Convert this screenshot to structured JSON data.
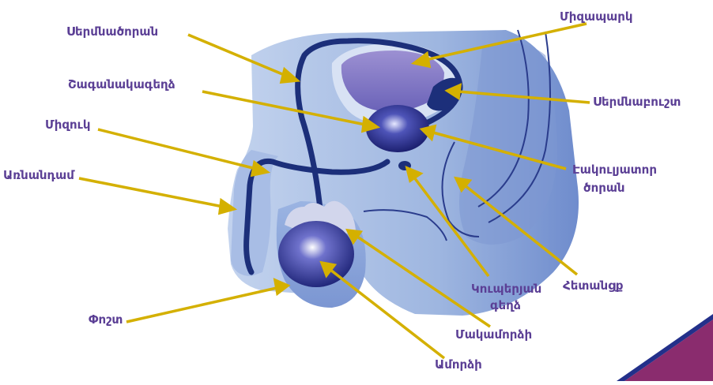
{
  "labels": {
    "seminal_duct": "Սերմնածորան",
    "bladder": "Միզապարկ",
    "prostate": "Շագանակագեղձ",
    "seminal_vesicle": "Սերմնաբուշտ",
    "urethra": "Միզուկ",
    "ejaculatory_duct_line1": "Էակուլյատոր",
    "ejaculatory_duct_line2": "ծորան",
    "penis": "Առնանդամ",
    "cowper_line1": "Կուպերյան",
    "cowper_line2": "գեղձ",
    "anus": "Հետանցք",
    "scrotum": "Փոշտ",
    "epididymis": "Մակամորձի",
    "testis": "Ամորձի"
  },
  "colors": {
    "label_text": "#5b3f95",
    "arrow": "#d4b000",
    "body_light": "#aec4e6",
    "body_mid": "#7b9ad0",
    "duct": "#1c2f7a",
    "organ_light": "#8d7fc6",
    "organ_dark": "#2a2a8a",
    "stripe_purple": "#8a2c6e",
    "stripe_navy": "#23308a"
  }
}
